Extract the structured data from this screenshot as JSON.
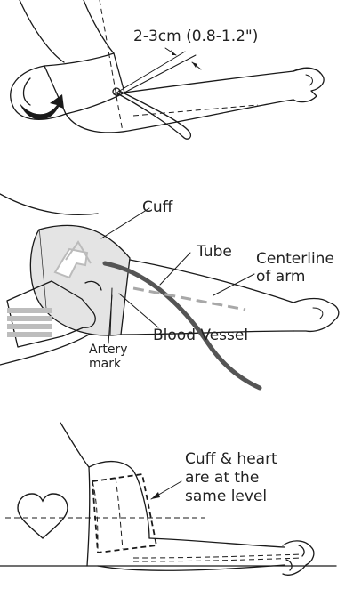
{
  "step1": {
    "measurement_label": "2-3cm (0.8-1.2\")"
  },
  "step2": {
    "cuff_label": "Cuff",
    "tube_label": "Tube",
    "centerline_label_line1": "Centerline",
    "centerline_label_line2": "of arm",
    "blood_vessel_label": "Blood Vessel",
    "artery_label_line1": "Artery",
    "artery_label_line2": "mark"
  },
  "step3": {
    "level_label_line1": "Cuff & heart",
    "level_label_line2": "are at the",
    "level_label_line3": "same level"
  },
  "colors": {
    "ink": "#1a1a1a",
    "cuff_fill": "#e4e4e4",
    "tube": "#555555",
    "dashed_centerline": "#a8a8a8"
  }
}
